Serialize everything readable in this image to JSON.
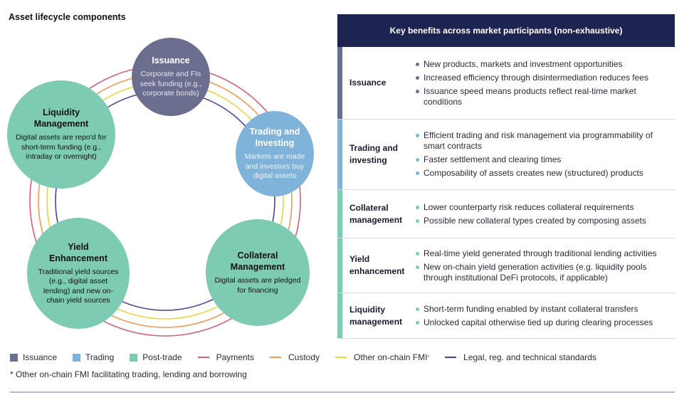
{
  "left_title": "Asset lifecycle components",
  "colors": {
    "issuance": "#6b6e8f",
    "trading": "#7fb3da",
    "post_trade": "#7ecbb3",
    "payments": "#d65f7a",
    "custody": "#f29a55",
    "other_fmi": "#f7d23c",
    "legal": "#4a3f9a",
    "header": "#1e2452"
  },
  "nodes": [
    {
      "id": "issuance",
      "title": "Issuance",
      "desc": "Corporate and FIs seek funding (e.g., corporate bonds)"
    },
    {
      "id": "trading",
      "title": "Trading and Investing",
      "desc": "Markets are made and investors buy digital assets"
    },
    {
      "id": "collateral",
      "title": "Collateral Management",
      "desc": "Digital assets are pledged for financing"
    },
    {
      "id": "yield",
      "title": "Yield Enhancement",
      "desc": "Traditional yield sources (e.g., digital asset lending) and new on-chain yield sources"
    },
    {
      "id": "liquidity",
      "title": "Liquidity Management",
      "desc": "Digital assets are repo'd for short-term funding (e.g., intraday or overnight)"
    }
  ],
  "panel": {
    "title": "Key benefits across market participants (non-exhaustive)",
    "rows": [
      {
        "label": "Issuance",
        "category": "issuance",
        "bullets": [
          "New products, markets and investment opportunities",
          "Increased efficiency through disintermediation reduces fees",
          "Issuance speed means products reflect real-time market conditions"
        ]
      },
      {
        "label": "Trading and investing",
        "category": "trading",
        "bullets": [
          "Efficient trading and risk management via programmability of smart contracts",
          "Faster settlement and clearing times",
          "Composability of assets creates new (structured) products"
        ]
      },
      {
        "label": "Collateral management",
        "category": "post_trade",
        "bullets": [
          "Lower counterparty risk reduces collateral requirements",
          "Possible new collateral types created by composing assets"
        ]
      },
      {
        "label": "Yield enhancement",
        "category": "post_trade",
        "bullets": [
          "Real-time yield generated through traditional lending activities",
          "New on-chain yield generation activities (e.g. liquidity pools through institutional DeFi protocols, if applicable)"
        ]
      },
      {
        "label": "Liquidity management",
        "category": "post_trade",
        "bullets": [
          "Short-term funding enabled by instant collateral transfers",
          "Unlocked capital otherwise tied up during clearing processes"
        ]
      }
    ]
  },
  "legend": [
    {
      "label": "Issuance",
      "kind": "swatch",
      "color_key": "issuance"
    },
    {
      "label": "Trading",
      "kind": "swatch",
      "color_key": "trading"
    },
    {
      "label": "Post-trade",
      "kind": "swatch",
      "color_key": "post_trade"
    },
    {
      "label": "Payments",
      "kind": "line",
      "color_key": "payments"
    },
    {
      "label": "Custody",
      "kind": "line",
      "color_key": "custody"
    },
    {
      "label": "Other on-chain FMI",
      "kind": "line",
      "color_key": "other_fmi",
      "sup": "*"
    },
    {
      "label": "Legal, reg. and technical standards",
      "kind": "line",
      "color_key": "legal"
    }
  ],
  "footnote": "* Other on-chain FMI facilitating trading, lending and borrowing"
}
